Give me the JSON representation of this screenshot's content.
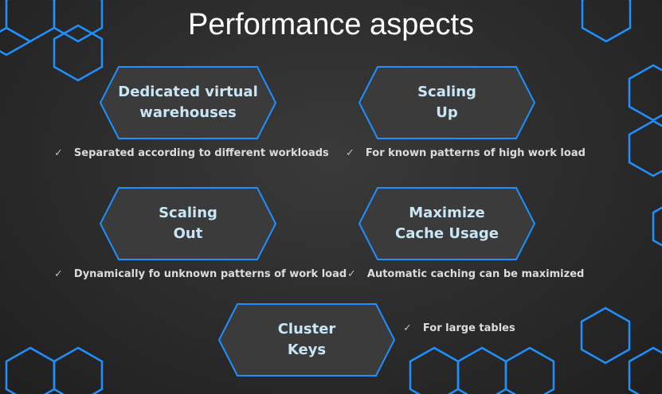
{
  "title": "Performance aspects",
  "colors": {
    "accent": "#1e90ff",
    "box_fill": "#3b3b3b",
    "label": "#c9e6f6"
  },
  "cards": [
    {
      "label": "Dedicated virtual\nwarehouses",
      "bullet": "Separated according to different workloads"
    },
    {
      "label": "Scaling\nUp",
      "bullet": "For known patterns of high work load"
    },
    {
      "label": "Scaling\nOut",
      "bullet": "Dynamically fo unknown patterns of work load"
    },
    {
      "label": "Maximize\nCache Usage",
      "bullet": "Automatic caching can be maximized"
    },
    {
      "label": "Cluster\nKeys",
      "bullet": "For large tables"
    }
  ],
  "check_icon": "✓"
}
